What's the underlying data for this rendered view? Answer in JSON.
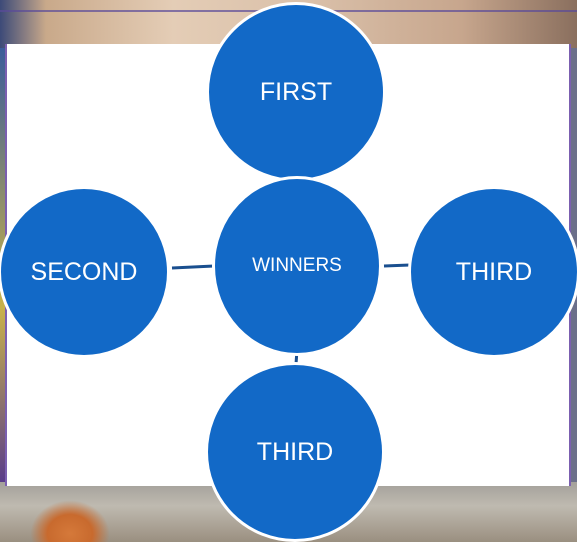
{
  "diagram": {
    "center": {
      "label": "WINNERS"
    },
    "top": {
      "label": "FIRST"
    },
    "left": {
      "label": "SECOND"
    },
    "right": {
      "label": "THIRD"
    },
    "bottom": {
      "label": "THIRD"
    }
  },
  "colors": {
    "node_fill": "#1269c7",
    "node_border": "#ffffff",
    "connector": "#1a4f8f",
    "panel_background": "#ffffff",
    "panel_border": "#7b5fb0"
  }
}
